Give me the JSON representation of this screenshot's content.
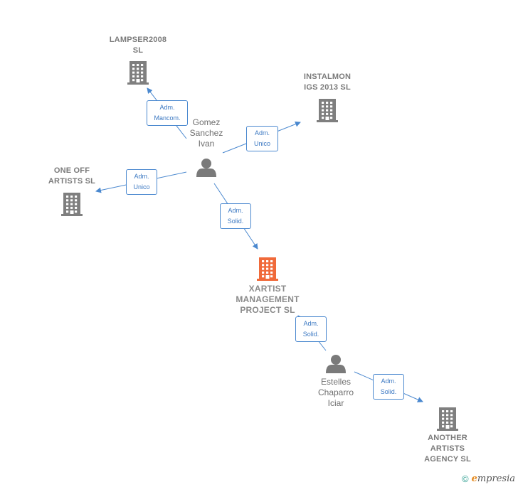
{
  "colors": {
    "edge": "#4a88cf",
    "company": "#7f7f7f",
    "company_main": "#f06a3a",
    "person": "#7a7a7a"
  },
  "companies": [
    {
      "id": "lampser",
      "lines": [
        "LAMPSER2008",
        "SL"
      ],
      "main": false
    },
    {
      "id": "instalmon",
      "lines": [
        "INSTALMON",
        "IGS 2013  SL"
      ],
      "main": false
    },
    {
      "id": "oneoff",
      "lines": [
        "ONE OFF",
        "ARTISTS  SL"
      ],
      "main": false
    },
    {
      "id": "xartist",
      "lines": [
        "XARTIST",
        "MANAGEMENT",
        "PROJECT  SL"
      ],
      "main": true
    },
    {
      "id": "another",
      "lines": [
        "ANOTHER",
        "ARTISTS",
        "AGENCY  SL"
      ],
      "main": false
    }
  ],
  "persons": [
    {
      "id": "gomez",
      "lines": [
        "Gomez",
        "Sanchez",
        "Ivan"
      ]
    },
    {
      "id": "estelles",
      "lines": [
        "Estelles",
        "Chaparro",
        "Iciar"
      ]
    }
  ],
  "edges": [
    {
      "id": "e1",
      "from": "gomez",
      "to": "lampser",
      "label": [
        "Adm.",
        "Mancom."
      ]
    },
    {
      "id": "e2",
      "from": "gomez",
      "to": "instalmon",
      "label": [
        "Adm.",
        "Unico"
      ]
    },
    {
      "id": "e3",
      "from": "gomez",
      "to": "oneoff",
      "label": [
        "Adm.",
        "Unico"
      ]
    },
    {
      "id": "e4",
      "from": "gomez",
      "to": "xartist",
      "label": [
        "Adm.",
        "Solid."
      ]
    },
    {
      "id": "e5",
      "from": "estelles",
      "to": "xartist",
      "label": [
        "Adm.",
        "Solid."
      ]
    },
    {
      "id": "e6",
      "from": "estelles",
      "to": "another",
      "label": [
        "Adm.",
        "Solid."
      ]
    }
  ],
  "footer": {
    "copyright": "©",
    "brand_initial": "e",
    "brand_rest": "mpresia"
  }
}
